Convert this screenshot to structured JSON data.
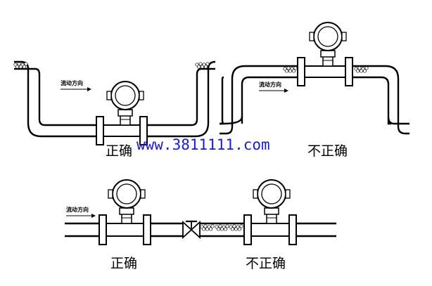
{
  "labels": {
    "flow_direction": "流动方向",
    "correct": "正确",
    "incorrect": "不正确",
    "watermark": "www.3811111.com"
  },
  "icons": [
    "flow-arrow-icon",
    "flowmeter-icon",
    "valve-icon",
    "bubbles-icon"
  ],
  "colors": {
    "line": "#000000",
    "background": "#ffffff",
    "watermark": "#1a1ad8"
  }
}
